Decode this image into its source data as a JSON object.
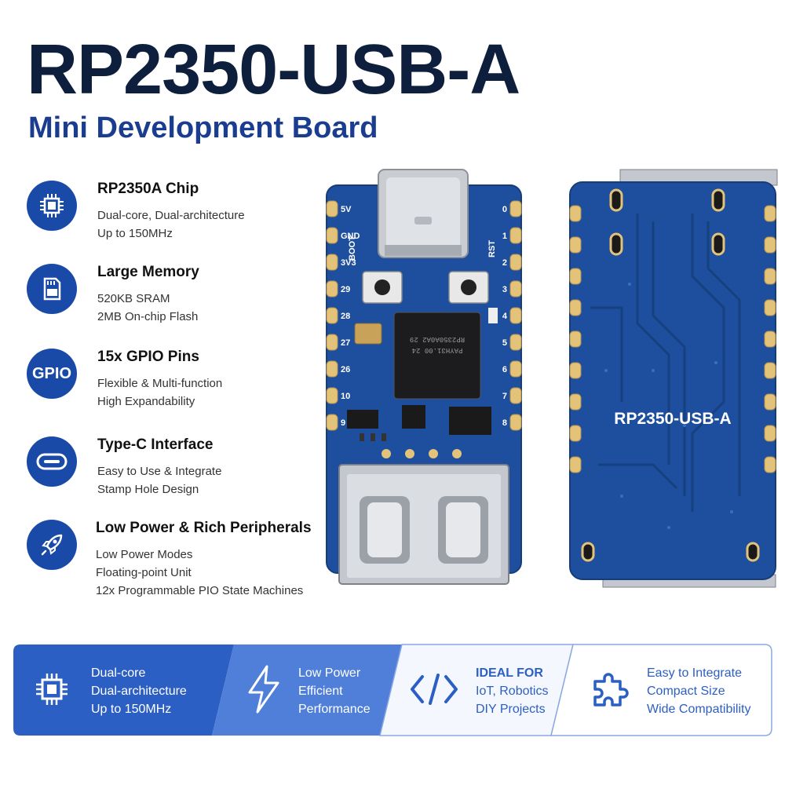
{
  "header": {
    "title": "RP2350-USB-A",
    "subtitle": "Mini Development Board"
  },
  "features": [
    {
      "icon": "chip-icon",
      "title": "RP2350A Chip",
      "lines": [
        "Dual-core, Dual-architecture",
        "Up to 150MHz"
      ]
    },
    {
      "icon": "memory-card-icon",
      "title": "Large Memory",
      "lines": [
        "520KB SRAM",
        "2MB On-chip Flash"
      ]
    },
    {
      "icon": "gpio-text-icon",
      "icon_text": "GPIO",
      "title": "15x GPIO Pins",
      "lines": [
        "Flexible & Multi-function",
        "High Expandability"
      ]
    },
    {
      "icon": "usb-c-port-icon",
      "title": "Type-C Interface",
      "lines": [
        "Easy to Use & Integrate",
        "Stamp Hole Design"
      ]
    },
    {
      "icon": "rocket-icon",
      "title": "Low Power & Rich Peripherals",
      "lines": [
        "Low Power Modes",
        "Floating-point Unit",
        "12x Programmable PIO State Machines"
      ]
    }
  ],
  "board_front": {
    "left_pins": [
      "5V",
      "GND",
      "3V3",
      "29",
      "28",
      "27",
      "26",
      "10",
      "9"
    ],
    "right_pins": [
      "0",
      "1",
      "2",
      "3",
      "4",
      "5",
      "6",
      "7",
      "8"
    ],
    "boot_label": "BOOT",
    "rst_label": "RST",
    "chip_marking": [
      "RP2350A0A2 29",
      "PAYH31.00  24"
    ]
  },
  "board_back": {
    "label": "RP2350-USB-A"
  },
  "banner": [
    {
      "icon": "chip-icon",
      "lines": [
        "Dual-core",
        "Dual-architecture",
        "Up to 150MHz"
      ]
    },
    {
      "icon": "lightning-icon",
      "lines": [
        "Low Power",
        "Efficient",
        "Performance"
      ]
    },
    {
      "icon": "code-brackets-icon",
      "heading": "IDEAL FOR",
      "lines": [
        "IoT, Robotics",
        "DIY Projects"
      ]
    },
    {
      "icon": "puzzle-icon",
      "lines": [
        "Easy to Integrate",
        "Compact Size",
        "Wide Compatibility"
      ]
    }
  ],
  "colors": {
    "title": "#0d1f3c",
    "subtitle": "#1a3d8f",
    "icon_bg": "#1a4aa8",
    "pcb": "#1e4f9e",
    "banner_dark": "#2c5fc4",
    "banner_mid": "#4f7fd8",
    "banner_light": "#e9f0fb"
  }
}
